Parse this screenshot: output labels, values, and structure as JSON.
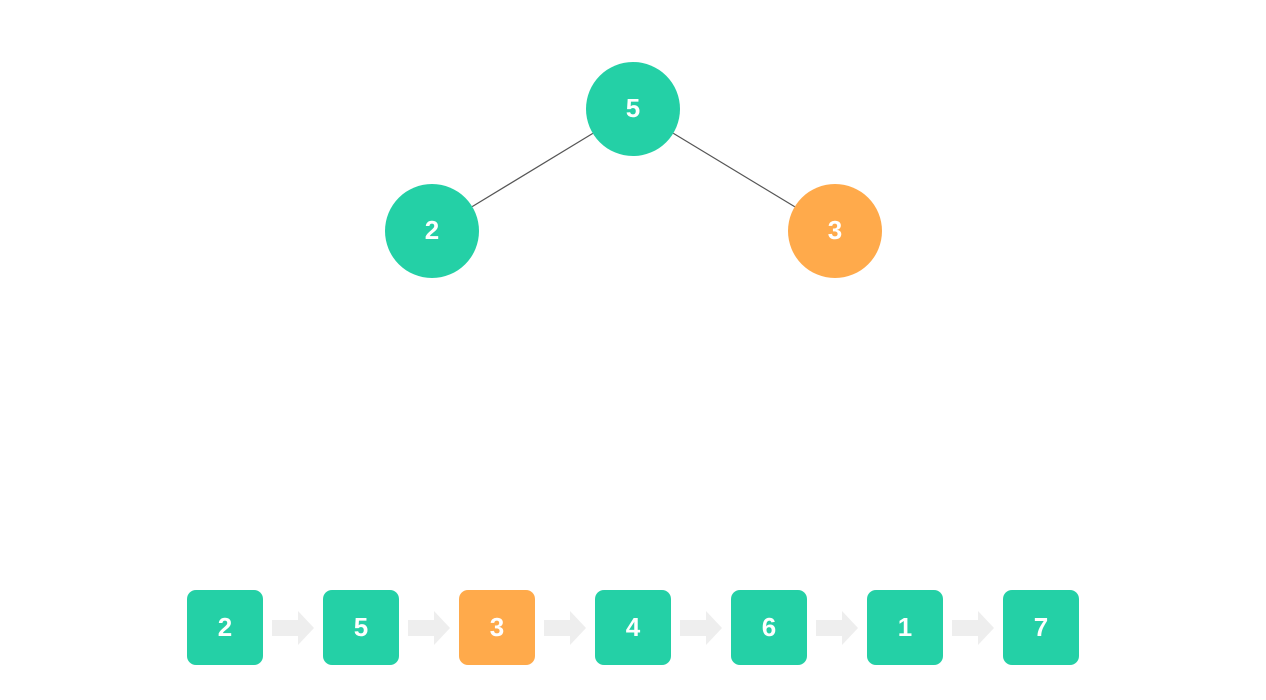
{
  "colors": {
    "default": "#24D0A6",
    "highlight": "#FFAA4B",
    "edge": "#555555",
    "arrow": "#EEEEEE"
  },
  "tree": {
    "nodes": [
      {
        "id": "root",
        "label": "5",
        "highlight": false
      },
      {
        "id": "left",
        "label": "2",
        "highlight": false
      },
      {
        "id": "right",
        "label": "3",
        "highlight": true
      }
    ],
    "edges": [
      {
        "from": "root",
        "to": "left"
      },
      {
        "from": "root",
        "to": "right"
      }
    ]
  },
  "array": {
    "items": [
      {
        "label": "2",
        "highlight": false
      },
      {
        "label": "5",
        "highlight": false
      },
      {
        "label": "3",
        "highlight": true
      },
      {
        "label": "4",
        "highlight": false
      },
      {
        "label": "6",
        "highlight": false
      },
      {
        "label": "1",
        "highlight": false
      },
      {
        "label": "7",
        "highlight": false
      }
    ]
  }
}
